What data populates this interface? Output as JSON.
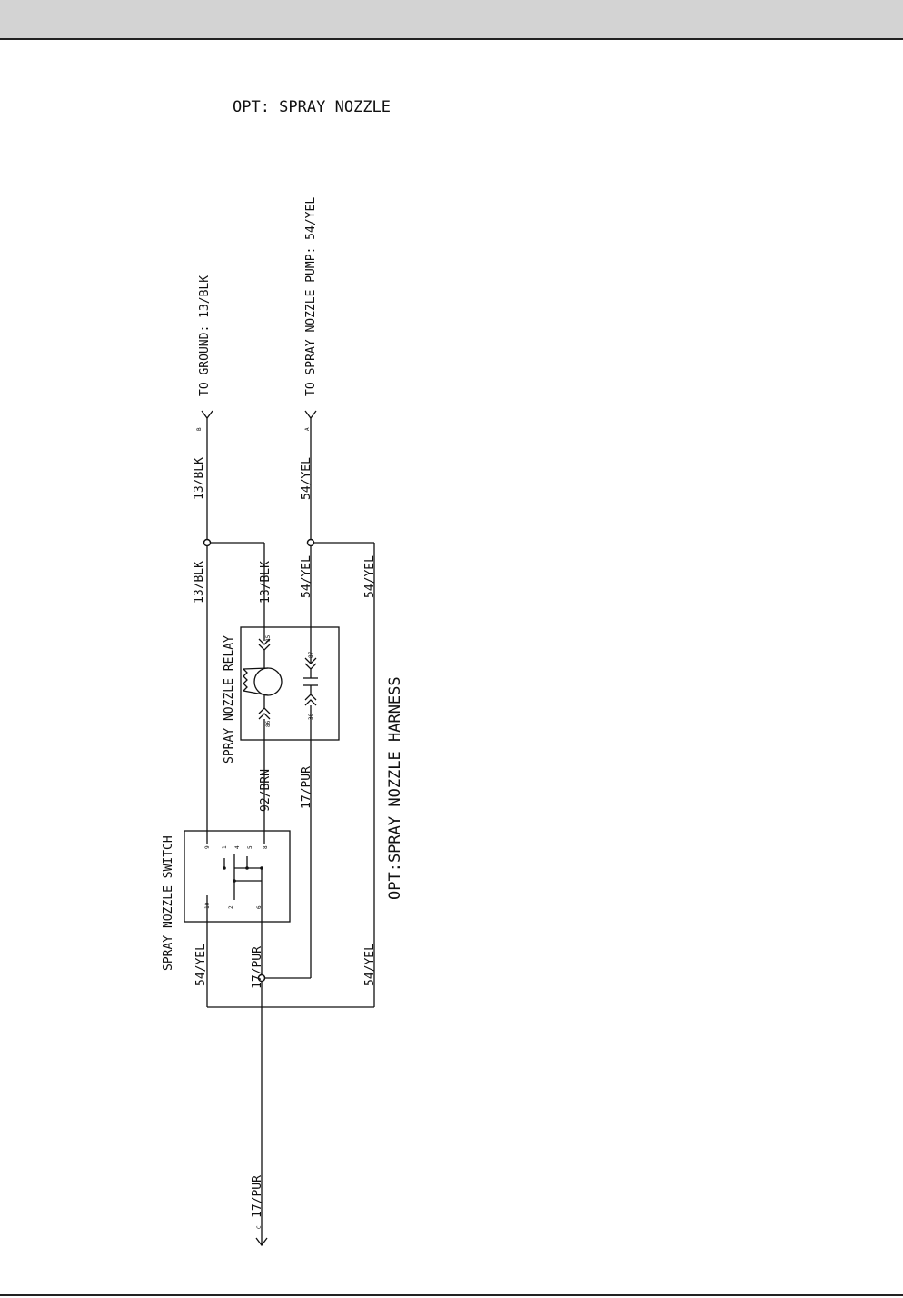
{
  "title": "OPT: SPRAY NOZZLE",
  "harness_name": "OPT:SPRAY NOZZLE HARNESS",
  "components": {
    "switch": {
      "name": "SPRAY NOZZLE SWITCH",
      "pins": {
        "p1": "1",
        "p2": "2",
        "p4": "4",
        "p5": "5",
        "p6": "6",
        "p8": "8",
        "p9": "9",
        "p10": "10"
      }
    },
    "relay": {
      "name": "SPRAY NOZZLE RELAY",
      "pins": {
        "p85": "85",
        "p86": "86",
        "p87": "87",
        "p30": "30"
      }
    }
  },
  "connectors": {
    "ground": {
      "label": "TO GROUND: 13/BLK",
      "pin": "B"
    },
    "pump": {
      "label": "TO SPRAY NOZZLE PUMP: 54/YEL",
      "pin": "A"
    },
    "input": {
      "label": "17/PUR",
      "pin": "C"
    }
  },
  "wire_labels": {
    "w13_top": "13/BLK",
    "w13_left": "13/BLK",
    "w13_relay": "13/BLK",
    "w54_top": "54/YEL",
    "w54_mid": "54/YEL",
    "w54_right_top": "54/YEL",
    "w54_left_bottom": "54/YEL",
    "w54_right_bottom": "54/YEL",
    "w92": "92/BRN",
    "w17_mid": "17/PUR",
    "w17_bottom": "17/PUR"
  }
}
